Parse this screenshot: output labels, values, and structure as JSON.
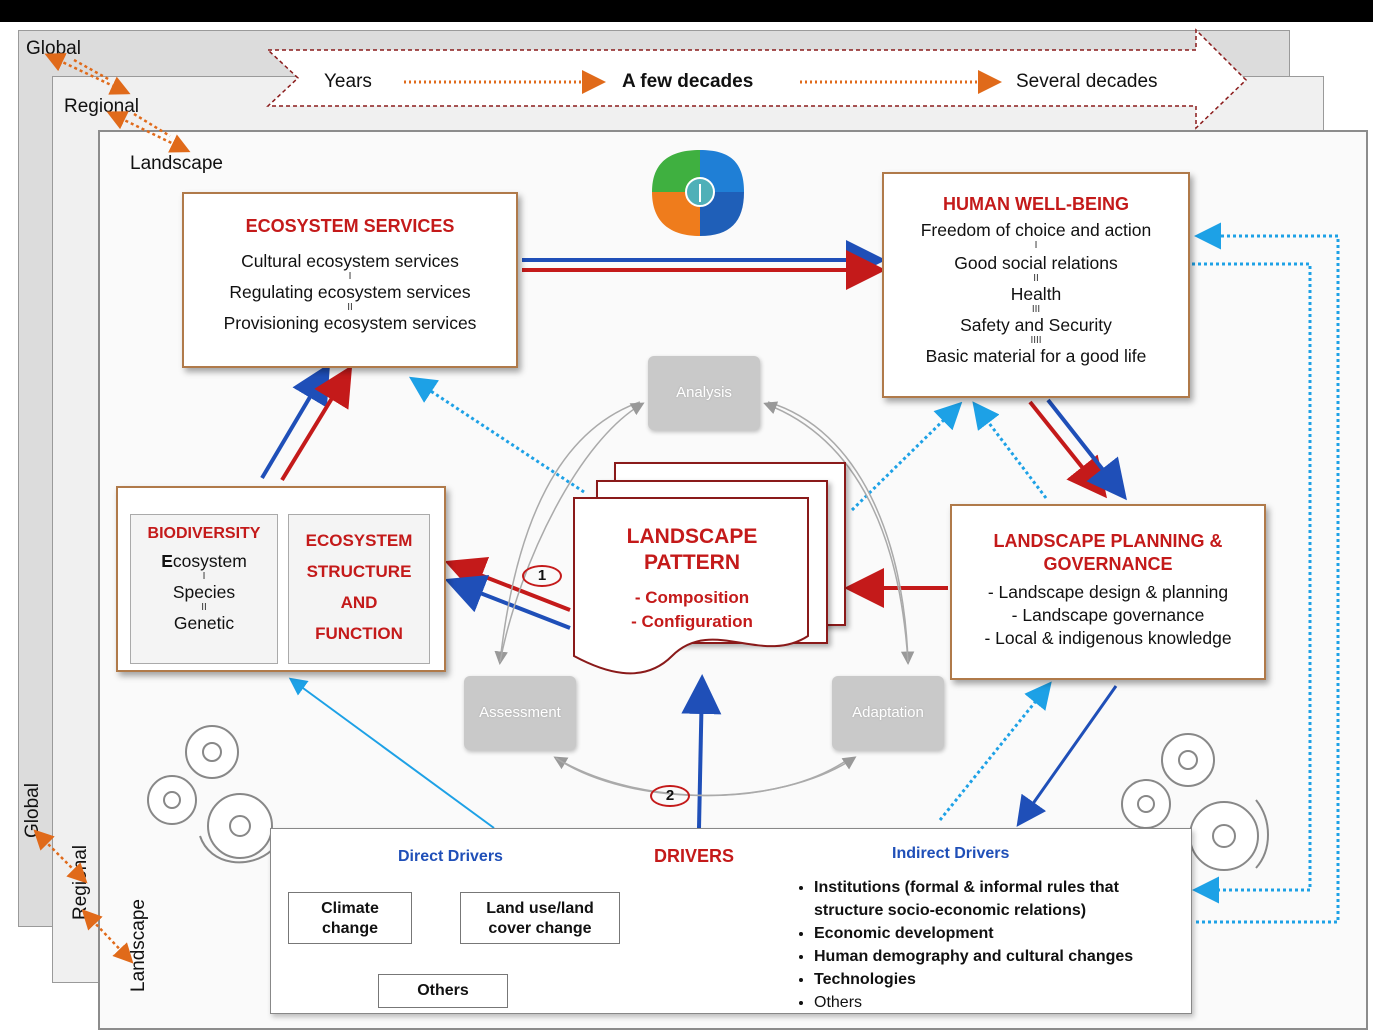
{
  "timeline": {
    "start": "Years",
    "middle": "A few decades",
    "end": "Several decades"
  },
  "scales": {
    "top": [
      "Global",
      "Regional",
      "Landscape"
    ],
    "bottom": [
      "Global",
      "Regional",
      "Landscape"
    ]
  },
  "ecosystem_services": {
    "title": "ECOSYSTEM SERVICES",
    "items": [
      "Cultural ecosystem services",
      "Regulating ecosystem services",
      "Provisioning ecosystem services"
    ],
    "separators": [
      "I",
      "II"
    ]
  },
  "human_wellbeing": {
    "title": "HUMAN WELL-BEING",
    "items": [
      "Freedom of choice and action",
      "Good social relations",
      "Health",
      "Safety and Security",
      "Basic material for a good life"
    ],
    "separators": [
      "I",
      "II",
      "III",
      "IIII"
    ]
  },
  "biodiversity": {
    "title": "BIODIVERSITY",
    "first_letter": "E",
    "items_rest_first": "cosystem",
    "items": [
      "Species",
      "Genetic"
    ],
    "separators": [
      "I",
      "II"
    ]
  },
  "ecosystem_structure": {
    "lines": [
      "ECOSYSTEM",
      "STRUCTURE",
      "AND",
      "FUNCTION"
    ]
  },
  "landscape_pattern": {
    "title_line1": "LANDSCAPE",
    "title_line2": "PATTERN",
    "items": [
      "- Composition",
      "- Configuration"
    ]
  },
  "landscape_planning": {
    "title_line1": "LANDSCAPE PLANNING &",
    "title_line2": "GOVERNANCE",
    "items": [
      "- Landscape design & planning",
      "- Landscape governance",
      "- Local & indigenous knowledge"
    ]
  },
  "cycle": {
    "analysis": "Analysis",
    "assessment": "Assessment",
    "adaptation": "Adaptation",
    "marker1": "1",
    "marker2": "2"
  },
  "drivers": {
    "title": "DRIVERS",
    "direct_title": "Direct Drivers",
    "indirect_title": "Indirect Drivers",
    "climate": [
      "Climate",
      "change"
    ],
    "landuse": [
      "Land use/land",
      "cover change"
    ],
    "others_box": "Others",
    "indirect_items": [
      "Institutions (formal & informal rules that",
      "structure socio-economic relations)",
      "Economic development",
      "Human demography and cultural changes",
      "Technologies",
      "Others"
    ]
  },
  "colors": {
    "red": "#c41a1a",
    "blue": "#1f4fb8",
    "light_blue": "#1da1e6",
    "orange": "#e06a1a",
    "box_border": "#b07a4a"
  }
}
